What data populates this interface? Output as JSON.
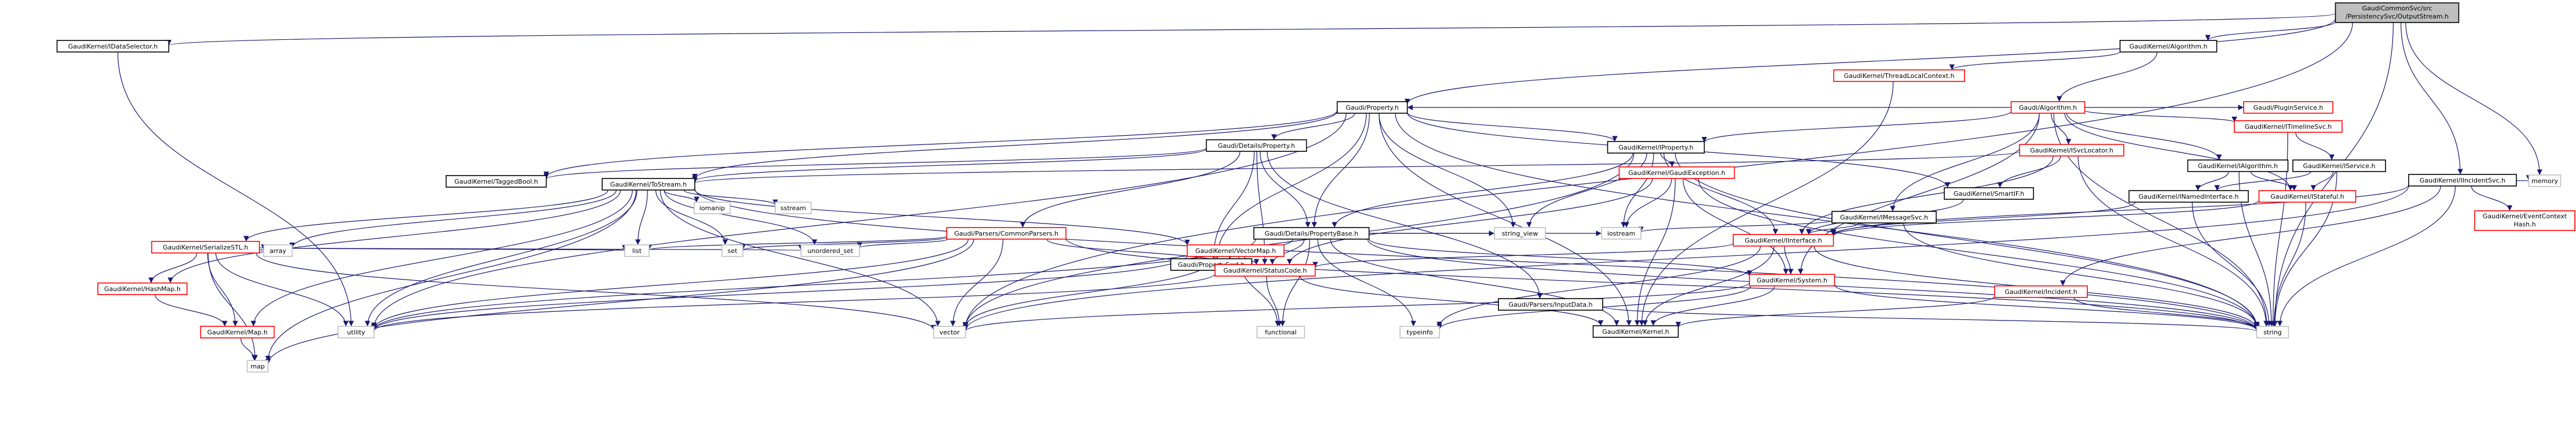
{
  "colors": {
    "edge": "#191970",
    "box_default": "#000000",
    "box_red": "#ff0000",
    "box_grey": "#bfbfbf",
    "root_fill": "#bfbfbf",
    "text": "#000000"
  },
  "nodes": [
    {
      "id": "root",
      "label": "GaudiCommonSvc/src/PersistencySvc/OutputStream.h",
      "style": "root"
    },
    {
      "id": "idsel",
      "label": "GaudiKernel/IDataSelector.h",
      "style": "default"
    },
    {
      "id": "ialgh",
      "label": "GaudiKernel/Algorithm.h",
      "style": "default"
    },
    {
      "id": "tlc",
      "label": "GaudiKernel/ThreadLocalContext.h",
      "style": "red"
    },
    {
      "id": "galg",
      "label": "Gaudi/Algorithm.h",
      "style": "red"
    },
    {
      "id": "gprop",
      "label": "Gaudi/Property.h",
      "style": "default"
    },
    {
      "id": "plug",
      "label": "Gaudi/PluginService.h",
      "style": "red"
    },
    {
      "id": "itl",
      "label": "GaudiKernel/ITimelineSvc.h",
      "style": "red"
    },
    {
      "id": "iproph",
      "label": "GaudiKernel/IProperty.h",
      "style": "default"
    },
    {
      "id": "isvcl",
      "label": "GaudiKernel/ISvcLocator.h",
      "style": "red"
    },
    {
      "id": "ialg",
      "label": "GaudiKernel/IAlgorithm.h",
      "style": "default"
    },
    {
      "id": "iserv",
      "label": "GaudiKernel/IService.h",
      "style": "default"
    },
    {
      "id": "iinc",
      "label": "GaudiKernel/IIncidentSvc.h",
      "style": "default"
    },
    {
      "id": "dprop",
      "label": "Gaudi/Details/Property.h",
      "style": "default"
    },
    {
      "id": "tagged",
      "label": "GaudiKernel/TaggedBool.h",
      "style": "default"
    },
    {
      "id": "tostr",
      "label": "GaudiKernel/ToStream.h",
      "style": "default"
    },
    {
      "id": "serstl",
      "label": "GaudiKernel/SerializeSTL.h",
      "style": "red"
    },
    {
      "id": "cparse",
      "label": "Gaudi/Parsers/CommonParsers.h",
      "style": "red"
    },
    {
      "id": "hmap",
      "label": "GaudiKernel/HashMap.h",
      "style": "red"
    },
    {
      "id": "gmap",
      "label": "GaudiKernel/Map.h",
      "style": "red"
    },
    {
      "id": "dpbase",
      "label": "Gaudi/Details/PropertyBase.h",
      "style": "default"
    },
    {
      "id": "pfwd",
      "label": "Gaudi/PropertyFwd.h",
      "style": "default"
    },
    {
      "id": "vmap",
      "label": "GaudiKernel/VectorMap.h",
      "style": "red"
    },
    {
      "id": "gexc",
      "label": "GaudiKernel/GaudiException.h",
      "style": "red"
    },
    {
      "id": "smartif",
      "label": "GaudiKernel/SmartIF.h",
      "style": "default"
    },
    {
      "id": "imsg",
      "label": "GaudiKernel/IMessageSvc.h",
      "style": "default"
    },
    {
      "id": "inamed",
      "label": "GaudiKernel/INamedInterface.h",
      "style": "default"
    },
    {
      "id": "istate",
      "label": "GaudiKernel/IStateful.h",
      "style": "red"
    },
    {
      "id": "iface",
      "label": "GaudiKernel/IInterface.h",
      "style": "red"
    },
    {
      "id": "status",
      "label": "GaudiKernel/StatusCode.h",
      "style": "red"
    },
    {
      "id": "sysh",
      "label": "GaudiKernel/System.h",
      "style": "red"
    },
    {
      "id": "kernel",
      "label": "GaudiKernel/Kernel.h",
      "style": "default"
    },
    {
      "id": "pinput",
      "label": "Gaudi/Parsers/InputData.h",
      "style": "default"
    },
    {
      "id": "incident",
      "label": "GaudiKernel/Incident.h",
      "style": "red"
    },
    {
      "id": "evctx",
      "label": "GaudiKernel/EventContextHash.h",
      "style": "red"
    },
    {
      "id": "memory",
      "label": "memory",
      "style": "grey"
    },
    {
      "id": "string",
      "label": "string",
      "style": "grey"
    },
    {
      "id": "vector",
      "label": "vector",
      "style": "grey"
    },
    {
      "id": "utility",
      "label": "utility",
      "style": "grey"
    },
    {
      "id": "map",
      "label": "map",
      "style": "grey"
    },
    {
      "id": "list",
      "label": "list",
      "style": "grey"
    },
    {
      "id": "set",
      "label": "set",
      "style": "grey"
    },
    {
      "id": "unord",
      "label": "unordered_set",
      "style": "grey"
    },
    {
      "id": "array",
      "label": "array",
      "style": "grey"
    },
    {
      "id": "iomanip",
      "label": "iomanip",
      "style": "grey"
    },
    {
      "id": "sstream",
      "label": "sstream",
      "style": "grey"
    },
    {
      "id": "sview",
      "label": "string_view",
      "style": "grey"
    },
    {
      "id": "iostream",
      "label": "iostream",
      "style": "grey"
    },
    {
      "id": "functional",
      "label": "functional",
      "style": "grey"
    },
    {
      "id": "typeinfo",
      "label": "typeinfo",
      "style": "grey"
    }
  ],
  "edges": [
    [
      "root",
      "idsel"
    ],
    [
      "root",
      "ialgh"
    ],
    [
      "root",
      "gprop"
    ],
    [
      "root",
      "iinc"
    ],
    [
      "root",
      "memory"
    ],
    [
      "root",
      "string"
    ],
    [
      "root",
      "vector"
    ],
    [
      "idsel",
      "utility"
    ],
    [
      "ialgh",
      "tlc"
    ],
    [
      "ialgh",
      "galg"
    ],
    [
      "tlc",
      "kernel"
    ],
    [
      "galg",
      "gprop"
    ],
    [
      "galg",
      "plug"
    ],
    [
      "galg",
      "itl"
    ],
    [
      "galg",
      "iproph"
    ],
    [
      "galg",
      "isvcl"
    ],
    [
      "galg",
      "ialg"
    ],
    [
      "galg",
      "imsg"
    ],
    [
      "galg",
      "istate"
    ],
    [
      "galg",
      "sysh"
    ],
    [
      "galg",
      "string"
    ],
    [
      "gprop",
      "dprop"
    ],
    [
      "gprop",
      "dpbase"
    ],
    [
      "gprop",
      "pfwd"
    ],
    [
      "gprop",
      "tagged"
    ],
    [
      "gprop",
      "tostr"
    ],
    [
      "gprop",
      "smartif"
    ],
    [
      "gprop",
      "iproph"
    ],
    [
      "gprop",
      "kernel"
    ],
    [
      "gprop",
      "sview"
    ],
    [
      "gprop",
      "utility"
    ],
    [
      "gprop",
      "string"
    ],
    [
      "itl",
      "iserv"
    ],
    [
      "itl",
      "string"
    ],
    [
      "iproph",
      "dpbase"
    ],
    [
      "iproph",
      "gexc"
    ],
    [
      "iproph",
      "iface"
    ],
    [
      "iproph",
      "vector"
    ],
    [
      "iproph",
      "sview"
    ],
    [
      "iproph",
      "iostream"
    ],
    [
      "iproph",
      "string"
    ],
    [
      "isvcl",
      "iface"
    ],
    [
      "isvcl",
      "smartif"
    ],
    [
      "isvcl",
      "tostr"
    ],
    [
      "isvcl",
      "string"
    ],
    [
      "ialg",
      "inamed"
    ],
    [
      "ialg",
      "istate"
    ],
    [
      "ialg",
      "string"
    ],
    [
      "iserv",
      "inamed"
    ],
    [
      "iserv",
      "istate"
    ],
    [
      "iserv",
      "string"
    ],
    [
      "iinc",
      "iface"
    ],
    [
      "iinc",
      "incident"
    ],
    [
      "iinc",
      "evctx"
    ],
    [
      "iinc",
      "memory"
    ],
    [
      "iinc",
      "string"
    ],
    [
      "iinc",
      "vector"
    ],
    [
      "dprop",
      "dpbase"
    ],
    [
      "dprop",
      "pfwd"
    ],
    [
      "dprop",
      "cparse"
    ],
    [
      "dprop",
      "tagged"
    ],
    [
      "dprop",
      "tostr"
    ],
    [
      "dprop",
      "pinput"
    ],
    [
      "dprop",
      "status"
    ],
    [
      "tostr",
      "serstl"
    ],
    [
      "tostr",
      "hmap"
    ],
    [
      "tostr",
      "gmap"
    ],
    [
      "tostr",
      "array"
    ],
    [
      "tostr",
      "iomanip"
    ],
    [
      "tostr",
      "sstream"
    ],
    [
      "tostr",
      "list"
    ],
    [
      "tostr",
      "set"
    ],
    [
      "tostr",
      "unord"
    ],
    [
      "tostr",
      "vector"
    ],
    [
      "tostr",
      "map"
    ],
    [
      "tostr",
      "string"
    ],
    [
      "tostr",
      "utility"
    ],
    [
      "tostr",
      "vmap"
    ],
    [
      "serstl",
      "hmap"
    ],
    [
      "serstl",
      "gmap"
    ],
    [
      "serstl",
      "array"
    ],
    [
      "serstl",
      "list"
    ],
    [
      "serstl",
      "unord"
    ],
    [
      "serstl",
      "vector"
    ],
    [
      "serstl",
      "map"
    ],
    [
      "serstl",
      "utility"
    ],
    [
      "cparse",
      "status"
    ],
    [
      "cparse",
      "list"
    ],
    [
      "cparse",
      "set"
    ],
    [
      "cparse",
      "unord"
    ],
    [
      "cparse",
      "vector"
    ],
    [
      "cparse",
      "map"
    ],
    [
      "cparse",
      "string"
    ],
    [
      "cparse",
      "utility"
    ],
    [
      "hmap",
      "gmap"
    ],
    [
      "gmap",
      "map"
    ],
    [
      "dpbase",
      "pfwd"
    ],
    [
      "dpbase",
      "status"
    ],
    [
      "dpbase",
      "kernel"
    ],
    [
      "dpbase",
      "sysh"
    ],
    [
      "dpbase",
      "sview"
    ],
    [
      "dpbase",
      "iostream"
    ],
    [
      "dpbase",
      "functional"
    ],
    [
      "dpbase",
      "typeinfo"
    ],
    [
      "dpbase",
      "string"
    ],
    [
      "dpbase",
      "utility"
    ],
    [
      "vmap",
      "status"
    ],
    [
      "vmap",
      "functional"
    ],
    [
      "vmap",
      "vector"
    ],
    [
      "vmap",
      "utility"
    ],
    [
      "gexc",
      "status"
    ],
    [
      "gexc",
      "sysh"
    ],
    [
      "gexc",
      "kernel"
    ],
    [
      "gexc",
      "string"
    ],
    [
      "gexc",
      "iostream"
    ],
    [
      "smartif",
      "iface"
    ],
    [
      "imsg",
      "iface"
    ],
    [
      "imsg",
      "iostream"
    ],
    [
      "imsg",
      "string"
    ],
    [
      "inamed",
      "iface"
    ],
    [
      "inamed",
      "string"
    ],
    [
      "istate",
      "iface"
    ],
    [
      "istate",
      "string"
    ],
    [
      "iface",
      "status"
    ],
    [
      "iface",
      "sysh"
    ],
    [
      "iface",
      "kernel"
    ],
    [
      "iface",
      "typeinfo"
    ],
    [
      "iface",
      "string"
    ],
    [
      "status",
      "kernel"
    ],
    [
      "status",
      "functional"
    ],
    [
      "status",
      "utility"
    ],
    [
      "sysh",
      "kernel"
    ],
    [
      "sysh",
      "typeinfo"
    ],
    [
      "sysh",
      "string"
    ],
    [
      "sysh",
      "vector"
    ],
    [
      "pinput",
      "string"
    ],
    [
      "incident",
      "kernel"
    ],
    [
      "incident",
      "string"
    ]
  ]
}
